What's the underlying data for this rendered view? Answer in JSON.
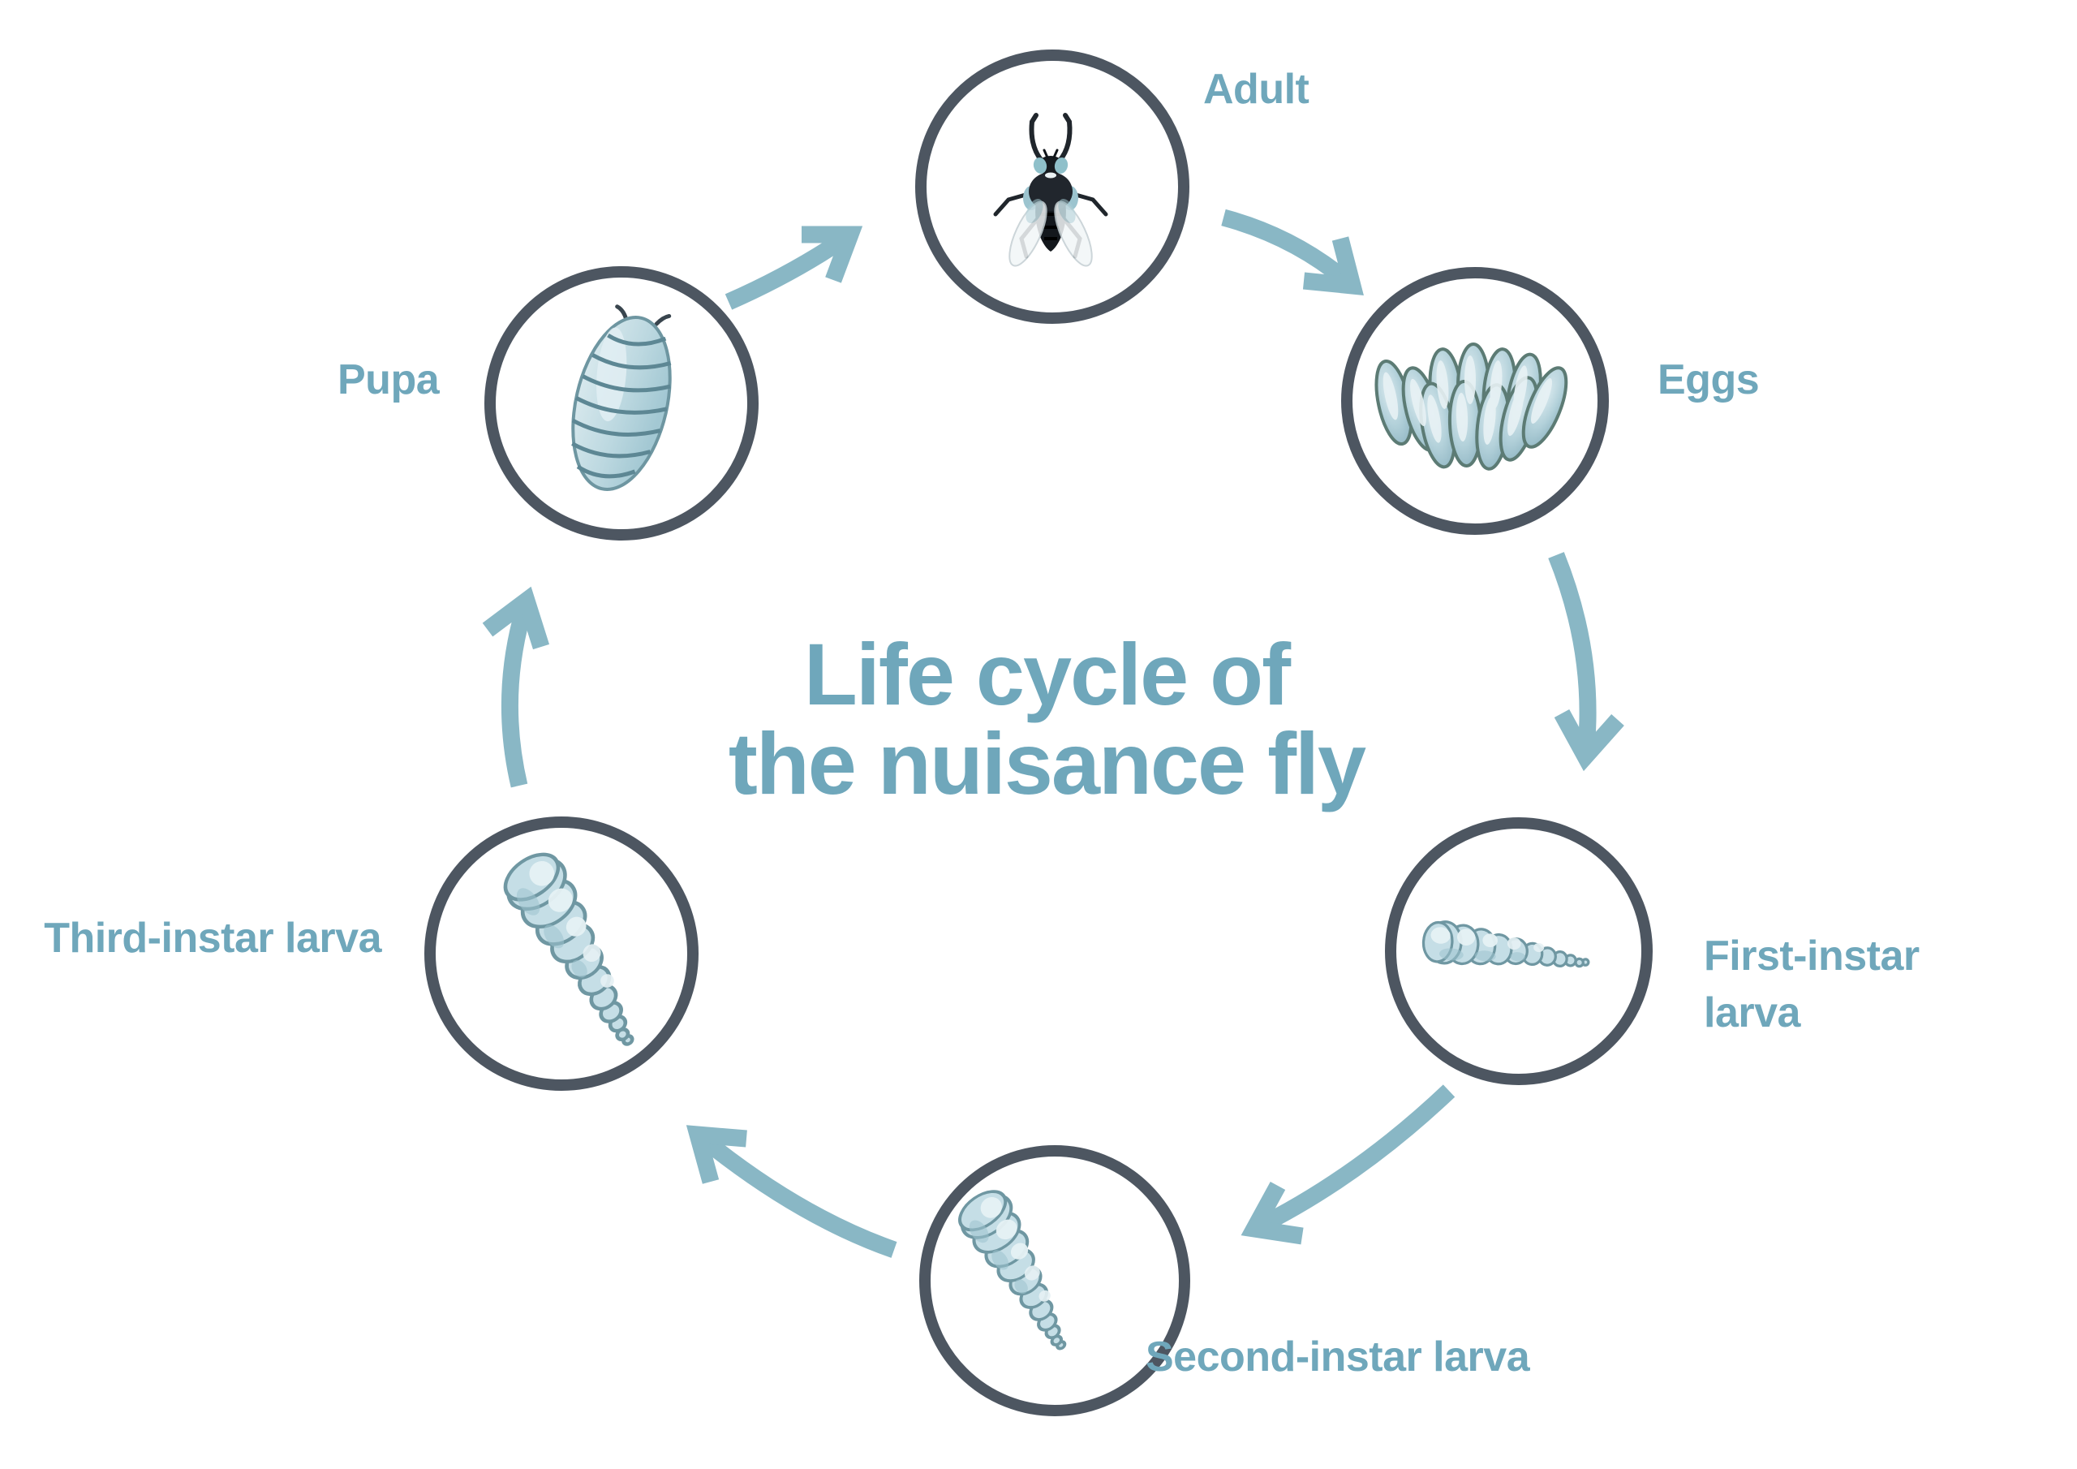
{
  "diagram": {
    "title_line1": "Life cycle of",
    "title_line2": "the nuisance fly",
    "stages": [
      {
        "label": "Adult",
        "icon": "fly-icon"
      },
      {
        "label": "Eggs",
        "icon": "eggs-icon"
      },
      {
        "label": "First-instar larva",
        "icon": "first-instar-larva-icon"
      },
      {
        "label": "Second-instar larva",
        "icon": "second-instar-larva-icon"
      },
      {
        "label": "Third-instar larva",
        "icon": "third-instar-larva-icon"
      },
      {
        "label": "Pupa",
        "icon": "pupa-icon"
      }
    ],
    "colors": {
      "label_text": "#6FA7BB",
      "arrow": "#89B7C5",
      "circle_ring": "#4D5661",
      "insect_fill": "#C5DEE6",
      "insect_outline": "#6F97A2",
      "background": "#FFFFFF"
    }
  }
}
